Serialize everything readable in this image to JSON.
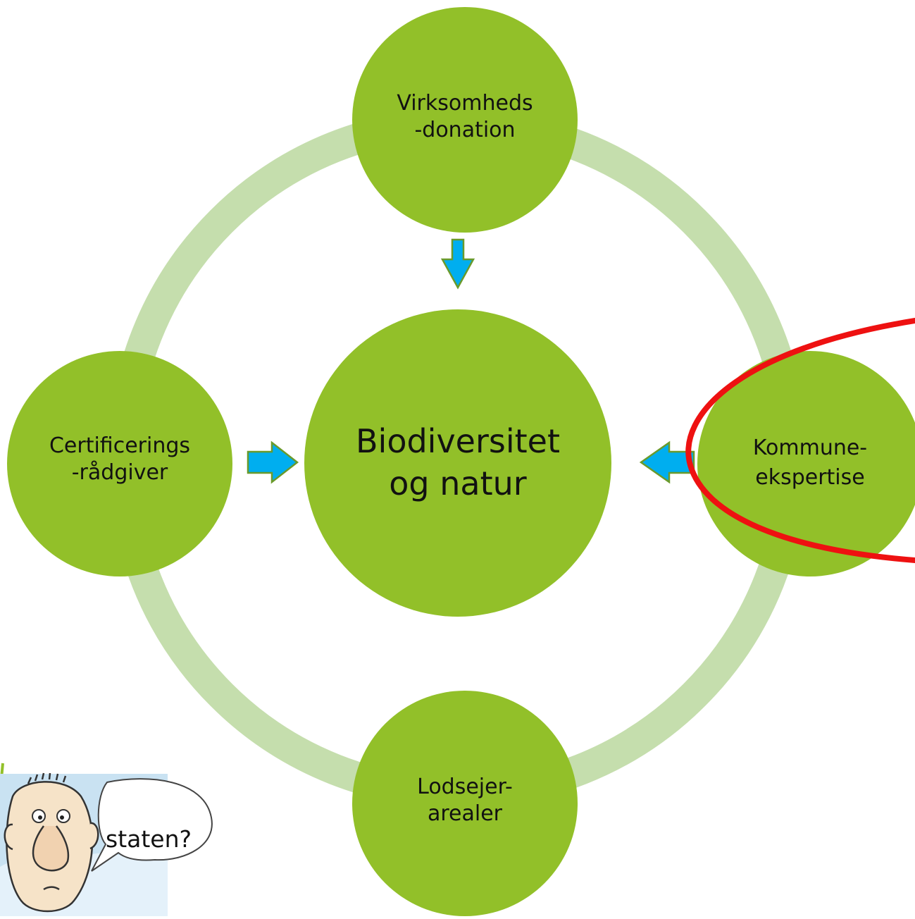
{
  "diagram": {
    "center": {
      "lines": [
        "Biodiversitet",
        "og natur"
      ]
    },
    "satellites": {
      "top": {
        "lines": [
          "Virksomheds",
          "-donation"
        ]
      },
      "left": {
        "lines": [
          "Certificerings",
          "-rådgiver"
        ]
      },
      "right": {
        "lines": [
          "Kommune-",
          "ekspertise"
        ]
      },
      "bottom": {
        "lines": [
          "Lodsejer-",
          "arealer"
        ]
      }
    },
    "cartoon": {
      "speech_text": "staten?"
    },
    "colors": {
      "circle_fill": "#92C029",
      "ring": "#C5DEAD",
      "arrow_fill": "#00AEEF",
      "arrow_stroke": "#6A9A2B",
      "highlight": "#EE1111"
    }
  }
}
